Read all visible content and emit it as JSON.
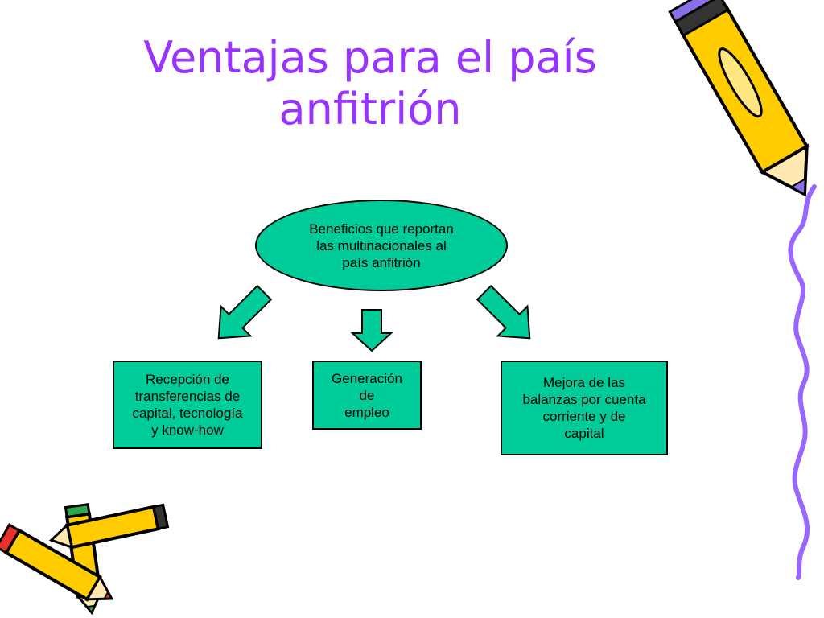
{
  "slide": {
    "title_lines": [
      "Ventajas para el país",
      "anfitrión"
    ]
  },
  "diagram": {
    "center_node": {
      "lines": [
        "Beneficios que reportan",
        "las multinacionales al",
        "país anfitrión"
      ]
    },
    "left_node": {
      "lines": [
        "Recepción de",
        "transferencias de",
        "capital, tecnología",
        "y know-how"
      ]
    },
    "middle_node": {
      "lines": [
        "Generación",
        "de",
        "empleo"
      ]
    },
    "right_node": {
      "lines": [
        "Mejora de las",
        "balanzas por cuenta",
        "corriente y de",
        "capital"
      ]
    }
  },
  "colors": {
    "title": "#9933ff",
    "node_fill": "#00cc99",
    "arrow_fill": "#00cc99",
    "wavy_line": "#9966ff",
    "pencil_body": "#ffcc00"
  },
  "icons": [
    "pencil-icon",
    "pencil-icon",
    "pencil-icon"
  ]
}
